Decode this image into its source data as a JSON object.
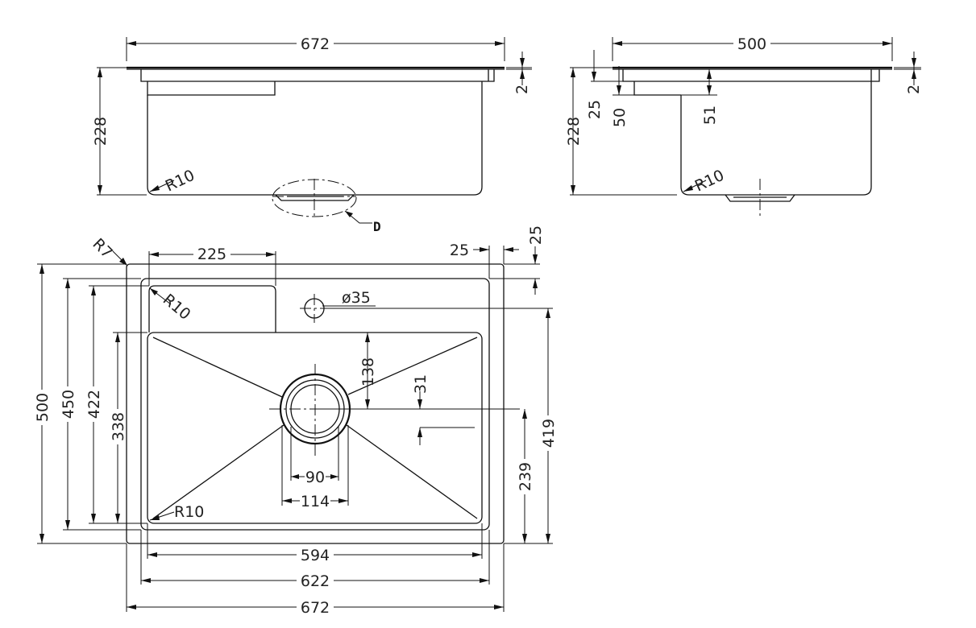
{
  "front_view": {
    "overall_width": "672",
    "rim_thickness": "2",
    "depth": "228",
    "corner_radius": "R10",
    "detail_label": "D"
  },
  "side_view": {
    "overall_width": "500",
    "rim_thickness": "2",
    "ledge_25": "25",
    "ledge_50": "50",
    "ledge_51": "51",
    "depth": "228",
    "corner_radius": "R10"
  },
  "top_view": {
    "outer_radius": "R7",
    "shelf_width": "225",
    "rim_offset_x": "25",
    "rim_offset_y": "25",
    "shelf_radius": "R10",
    "tap_hole": "ø35",
    "bowl_radius": "R10",
    "drain_offset_138": "138",
    "drain_offset_31": "31",
    "drain_inner": "90",
    "drain_outer": "114",
    "height_500": "500",
    "height_450": "450",
    "height_422": "422",
    "height_338": "338",
    "right_419": "419",
    "right_239": "239",
    "width_594": "594",
    "width_622": "622",
    "width_672": "672"
  }
}
